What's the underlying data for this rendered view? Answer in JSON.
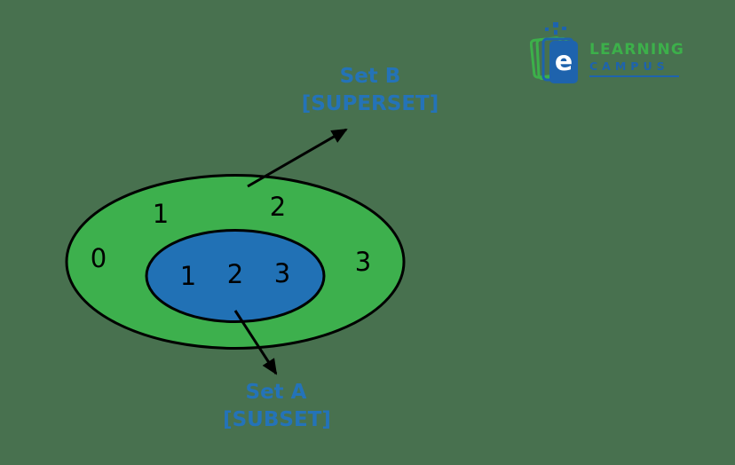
{
  "page": {
    "background_color": "#48714F"
  },
  "logo": {
    "name": "eLearning Campus",
    "book_letter": "e",
    "line1": "LEARNING",
    "line2": "CAMPUS",
    "colors": {
      "green": "#3CB04A",
      "blue": "#1E63AD",
      "book_fill": "#1E63AD",
      "letter_white": "#FFFFFF"
    }
  },
  "diagram": {
    "set_b_label_line1": "Set B",
    "set_b_label_line2": "[SUPERSET]",
    "set_a_label_line1": "Set A",
    "set_a_label_line2": "[SUBSET]",
    "superset_elements": [
      "1",
      "2",
      "0",
      "3"
    ],
    "subset_elements": [
      "1",
      "2",
      "3"
    ],
    "colors": {
      "superset_fill": "#3DB04D",
      "subset_fill": "#2171B5",
      "outline": "#000000",
      "label_text": "#2473B8",
      "element_text": "#000000",
      "arrow": "#000000"
    }
  }
}
